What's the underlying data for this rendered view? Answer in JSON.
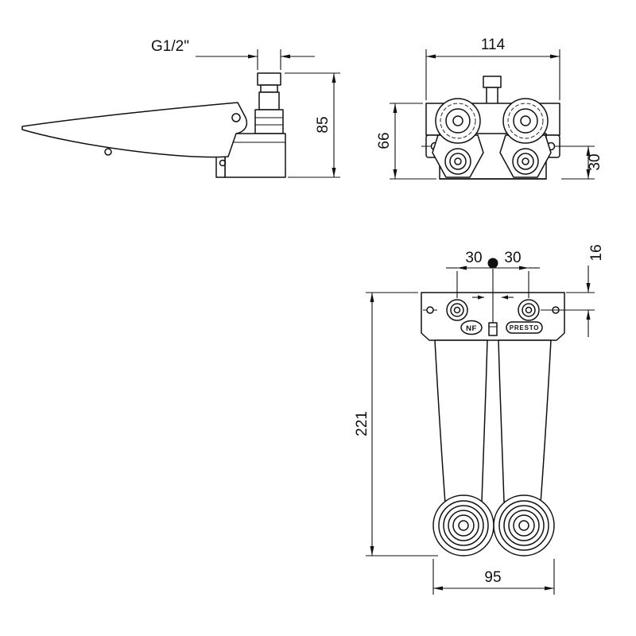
{
  "drawing": {
    "side_view": {
      "thread_label": "G1/2\"",
      "height_mm": "85"
    },
    "front_view": {
      "width_mm": "114",
      "height_mm": "66",
      "hole_offset_mm": "30"
    },
    "pedal_view": {
      "left_spacing_mm": "30",
      "right_spacing_mm": "30",
      "top_offset_mm": "16",
      "length_mm": "221",
      "pad_width_mm": "95"
    },
    "branding": {
      "nf_label": "NF",
      "presto_label": "PRESTO"
    },
    "colors": {
      "line": "#111111",
      "background": "#ffffff"
    }
  }
}
